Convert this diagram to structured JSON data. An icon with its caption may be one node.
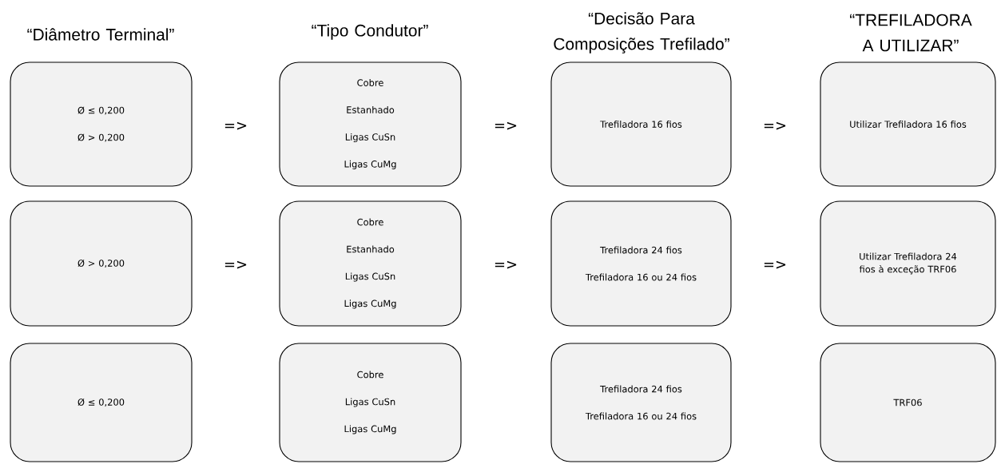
{
  "diagram": {
    "nodes": [
      {
        "text": [
          "Ø ≤ 0,200",
          "Ø > 0,200"
        ]
      },
      {
        "text": [
          "Cobre",
          "Estanhado",
          "Ligas CuSn",
          "Ligas CuMg"
        ]
      },
      {
        "text": [
          "Trefiladora 16 fios"
        ]
      },
      {
        "text": [
          "Utilizar Trefiladora 16 fios"
        ]
      },
      {
        "text": [
          "Ø > 0,200"
        ]
      },
      {
        "text": [
          "Cobre",
          "Estanhado",
          "Ligas CuSn",
          "Ligas CuMg"
        ]
      },
      {
        "text": [
          "Trefiladora 24 fios",
          "Trefiladora 16 ou 24 fios"
        ]
      },
      {
        "text": [
          "Utilizar Trefiladora 24 fios à exceção TRF06"
        ]
      },
      {
        "text": [
          "Ø ≤ 0,200"
        ]
      },
      {
        "text": [
          "Cobre",
          "Ligas CuSn",
          "Ligas CuMg"
        ]
      },
      {
        "text": [
          "Trefiladora 24 fios",
          "Trefiladora 16 ou 24 fios"
        ]
      },
      {
        "text": [
          "TRF06"
        ]
      }
    ],
    "labels": [
      "“Diâmetro Terminal”",
      "“Tipo Condutor”",
      "“Decisão Para Composições Trefilado”",
      "“TREFILADORA A UTILIZAR”",
      "=>",
      "=>",
      "=>",
      "=>",
      "=>",
      "=>"
    ]
  }
}
